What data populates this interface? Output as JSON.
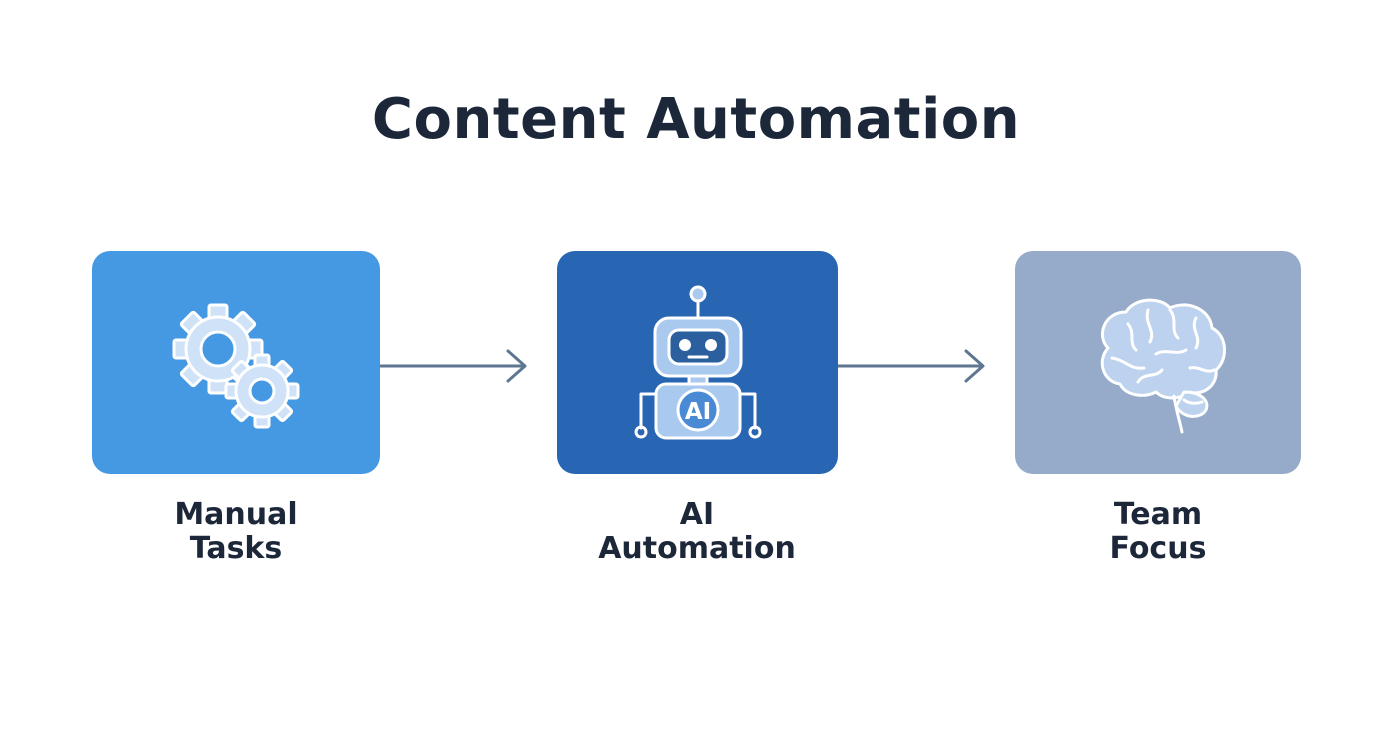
{
  "title": "Content Automation",
  "steps": [
    {
      "line1": "Manual",
      "line2": "Tasks",
      "icon": "gears-icon",
      "color": "#4599e3"
    },
    {
      "line1": "AI",
      "line2": "Automation",
      "icon": "robot-icon",
      "badge": "AI",
      "color": "#2866b3"
    },
    {
      "line1": "Team",
      "line2": "Focus",
      "icon": "brain-icon",
      "color": "#95abc9"
    }
  ],
  "colors": {
    "text": "#1c2739",
    "arrow": "#5e7691",
    "icon_fill": "#c4dcf5",
    "icon_stroke": "#ffffff"
  }
}
